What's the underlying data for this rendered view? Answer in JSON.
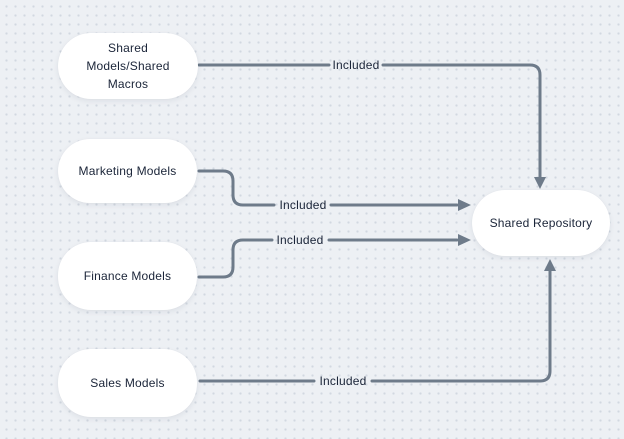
{
  "diagram": {
    "nodes": [
      {
        "id": "shared-models",
        "label": "Shared Models/Shared Macros"
      },
      {
        "id": "marketing",
        "label": "Marketing Models"
      },
      {
        "id": "finance",
        "label": "Finance Models"
      },
      {
        "id": "sales",
        "label": "Sales Models"
      },
      {
        "id": "repository",
        "label": "Shared Repository"
      }
    ],
    "edges": [
      {
        "from": "shared-models",
        "to": "repository",
        "label": "Included"
      },
      {
        "from": "marketing",
        "to": "repository",
        "label": "Included"
      },
      {
        "from": "finance",
        "to": "repository",
        "label": "Included"
      },
      {
        "from": "sales",
        "to": "repository",
        "label": "Included"
      }
    ]
  },
  "colors": {
    "background": "#edf0f4",
    "dot": "#d2d8e0",
    "node-fill": "#ffffff",
    "node-text": "#1a2438",
    "arrow": "#6e7b8a"
  }
}
